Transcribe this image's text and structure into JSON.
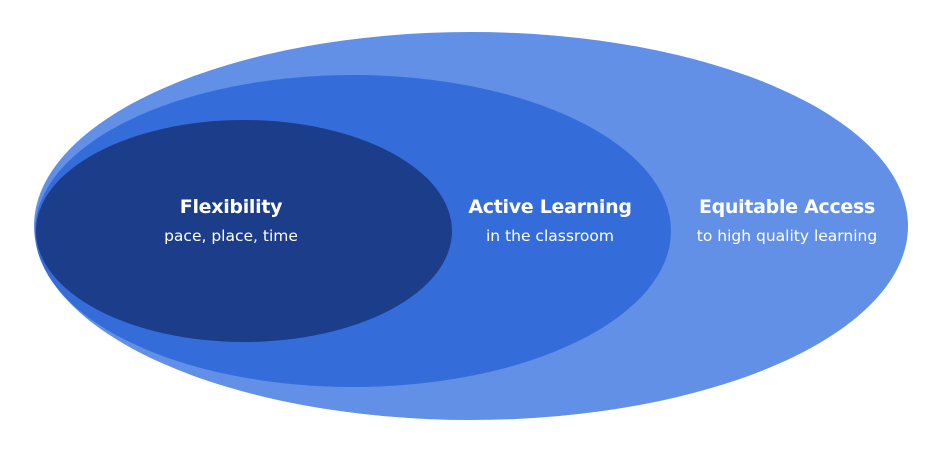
{
  "colors": {
    "outer": "#6190e6",
    "middle": "#346cd9",
    "inner": "#1c3d89",
    "text": "#ffffff"
  },
  "rings": [
    {
      "id": "equitable-access",
      "title": "Equitable Access",
      "subtitle": "to high quality learning"
    },
    {
      "id": "active-learning",
      "title": "Active Learning",
      "subtitle": "in the classroom"
    },
    {
      "id": "flexibility",
      "title": "Flexibility",
      "subtitle": "pace, place, time"
    }
  ]
}
